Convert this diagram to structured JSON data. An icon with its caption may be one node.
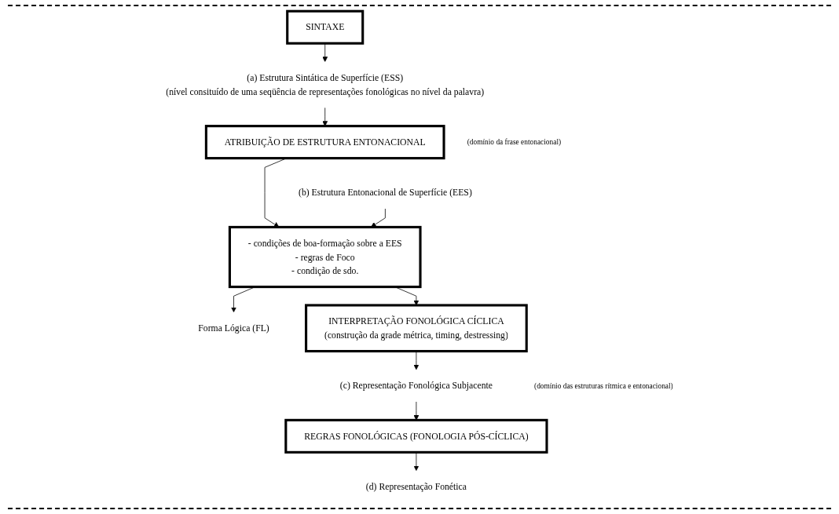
{
  "diagram": {
    "nodes": [
      {
        "text": [
          "SINTAXE"
        ]
      },
      {
        "text": [
          "(a) Estrutura Sintática de Superfície (ESS)",
          "(nível consituído de uma seqüência de representações fonológicas no nível da palavra)"
        ]
      },
      {
        "text": [
          "ATRIBUIÇÃO DE ESTRUTURA ENTONACIONAL"
        ],
        "beside": [
          "(domínio da frase entonacional)"
        ]
      },
      {
        "text": [
          "(b) Estrutura Entonacional de Superfície (EES)"
        ]
      },
      {
        "text": [
          "- condições de boa-formação sobre a EES",
          "- regras de Foco",
          "- condição de sdo."
        ]
      },
      {
        "text": [
          "Forma Lógica (FL)"
        ]
      },
      {
        "text": [
          "INTERPRETAÇÃO FONOLÓGICA CÍCLICA",
          "(construção da grade métrica, timing, destressing)"
        ]
      },
      {
        "text": [
          "(c) Representação Fonológica Subjacente"
        ],
        "beside": [
          "(domínio das estruturas rítmica e entonacional)"
        ]
      },
      {
        "text": [
          "REGRAS FONOLÓGICAS (FONOLOGIA PÓS-CÍCLICA)"
        ]
      },
      {
        "text": [
          "(d) Representação Fonética"
        ]
      }
    ],
    "edges": [
      {
        "from": 0,
        "to": 1,
        "arrow": "to"
      },
      {
        "from": 1,
        "to": 2,
        "arrow": "to"
      },
      {
        "from": 2,
        "to": 4,
        "arrow": "to"
      },
      {
        "from": 3,
        "to": 4,
        "arrow": "to"
      },
      {
        "from": 4,
        "to": 5,
        "arrow": "to"
      },
      {
        "from": 4,
        "to": 6,
        "arrow": "to"
      },
      {
        "from": 6,
        "to": 7,
        "arrow": "to"
      },
      {
        "from": 7,
        "to": 8,
        "arrow": "to"
      },
      {
        "from": 8,
        "to": 9,
        "arrow": "to"
      }
    ]
  }
}
